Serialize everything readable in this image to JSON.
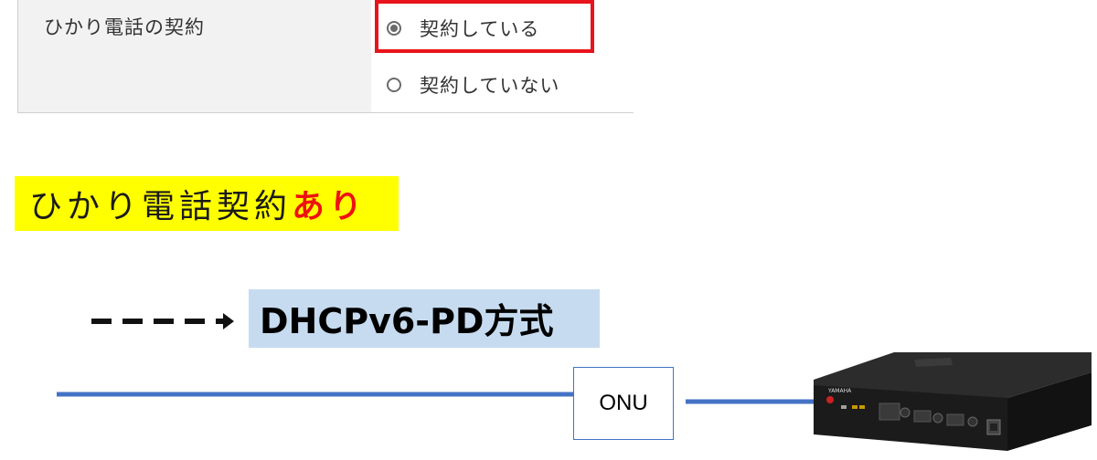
{
  "form": {
    "label": "ひかり電話の契約",
    "options": [
      {
        "label": "契約している",
        "selected": true
      },
      {
        "label": "契約していない",
        "selected": false
      }
    ]
  },
  "heading": {
    "text": "ひかり電話契約",
    "accent": "あり",
    "accent_color": "#ee1111",
    "band_color": "#ffff00"
  },
  "method": {
    "label": "DHCPv6-PD方式",
    "band_color": "#c6dbef"
  },
  "network": {
    "onu_label": "ONU",
    "line_color": "#4472c4",
    "router_brand": "YAMAHA"
  }
}
